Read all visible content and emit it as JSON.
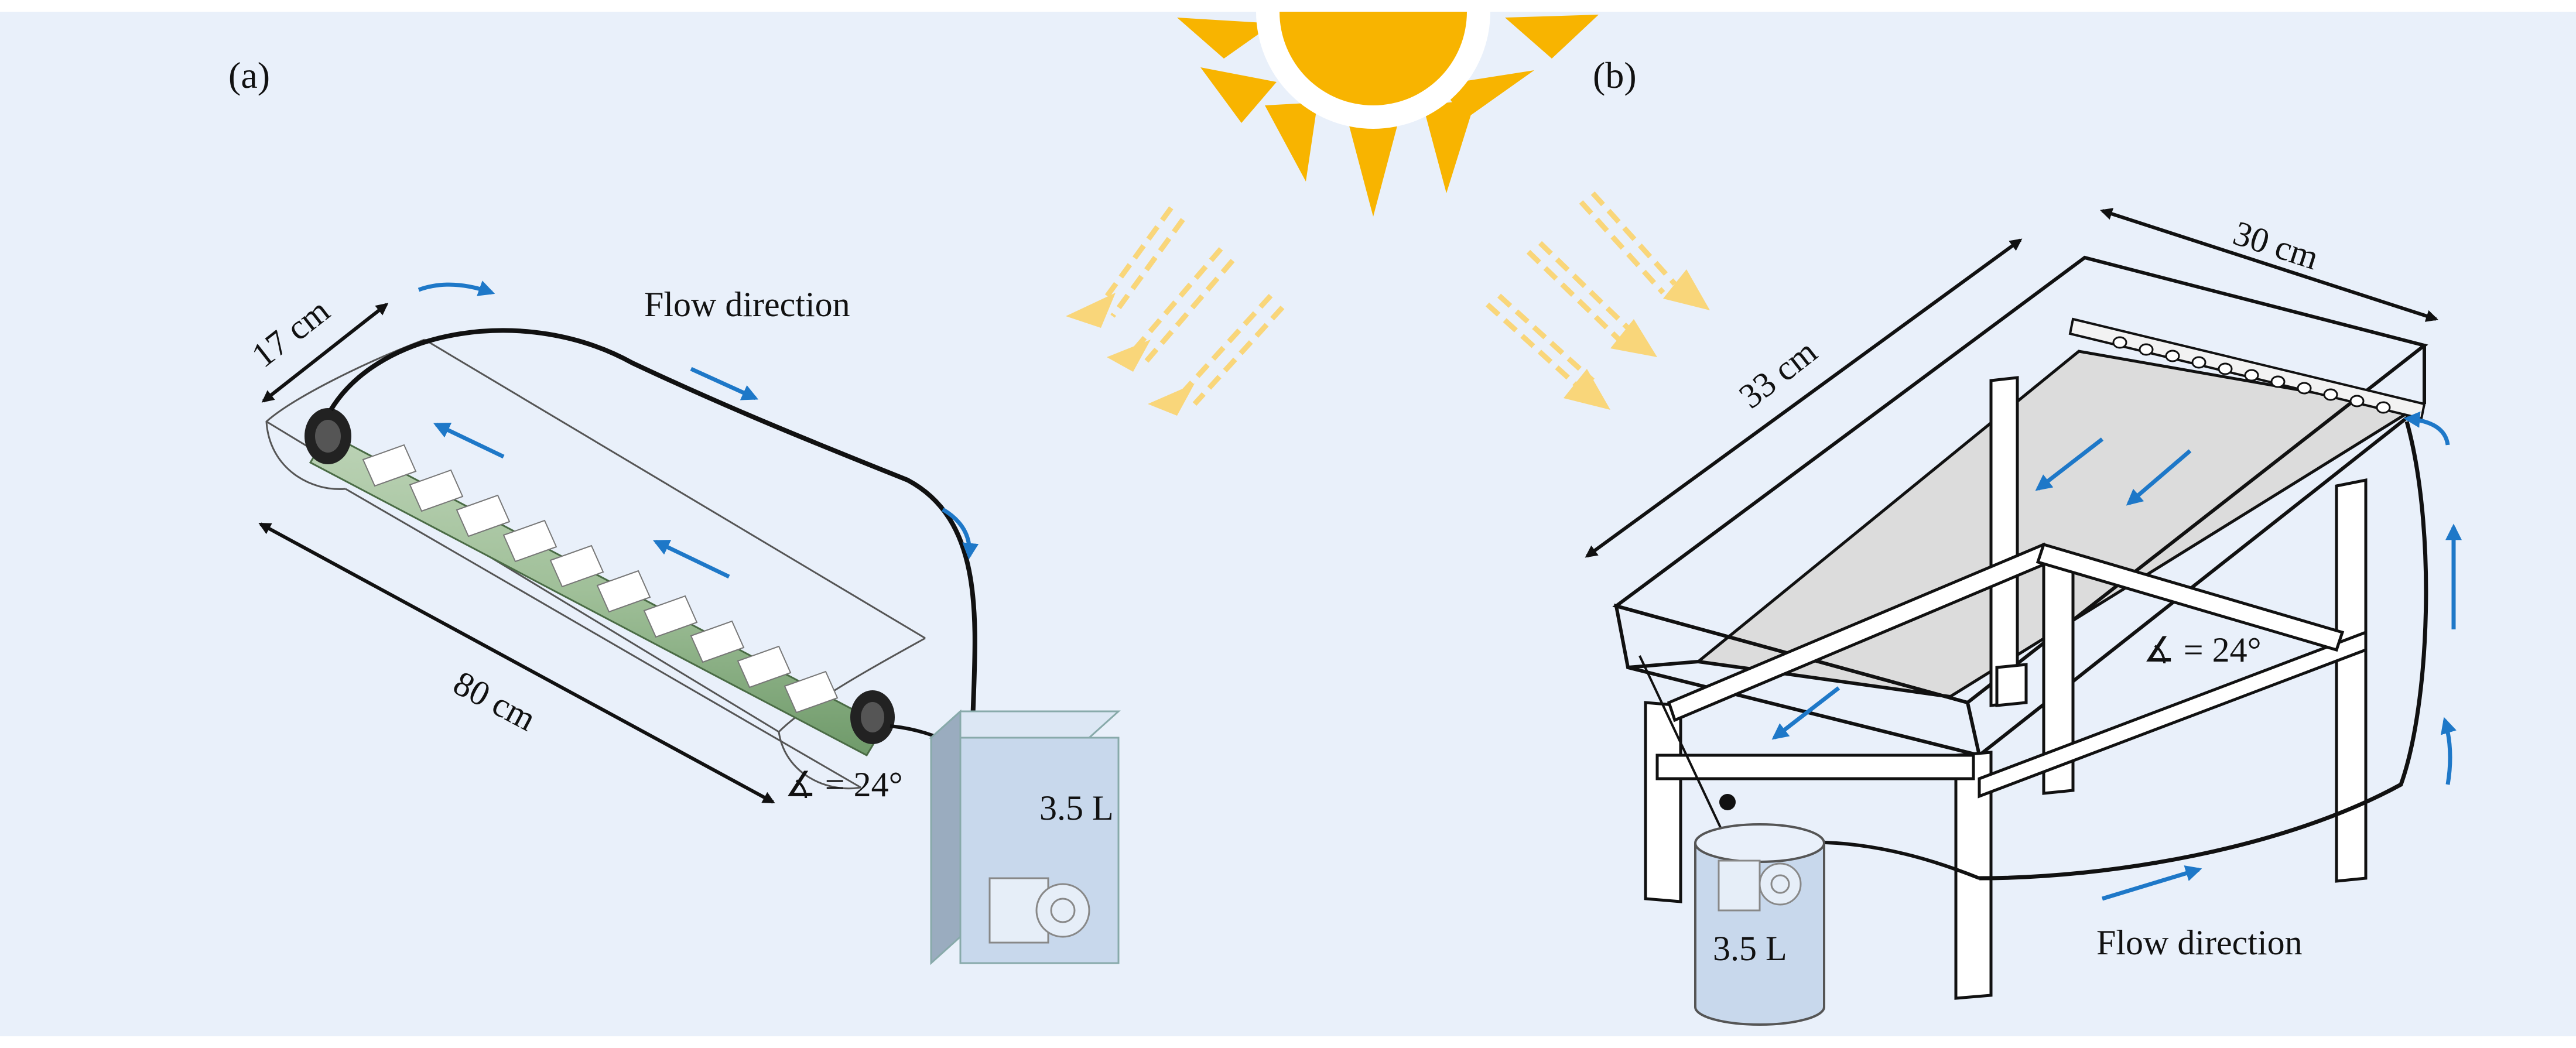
{
  "panel_a": {
    "label": "(a)",
    "flow_label": "Flow direction",
    "width_label": "17 cm",
    "length_label": "80 cm",
    "angle_label": "∡ = 24°",
    "volume_label": "3.5 L"
  },
  "panel_b": {
    "label": "(b)",
    "flow_label": "Flow direction",
    "length_label": "33 cm",
    "width_label": "30 cm",
    "angle_label": "∡ = 24°",
    "volume_label": "3.5 L"
  },
  "colors": {
    "background": "#e9f0fa",
    "sun": "#f8b400",
    "ray": "#f9d67a",
    "arrow_blue": "#1e78c8",
    "outline": "#111111",
    "box_fill": "#c8d8ec",
    "plate_fill": "#dcdcdc"
  }
}
